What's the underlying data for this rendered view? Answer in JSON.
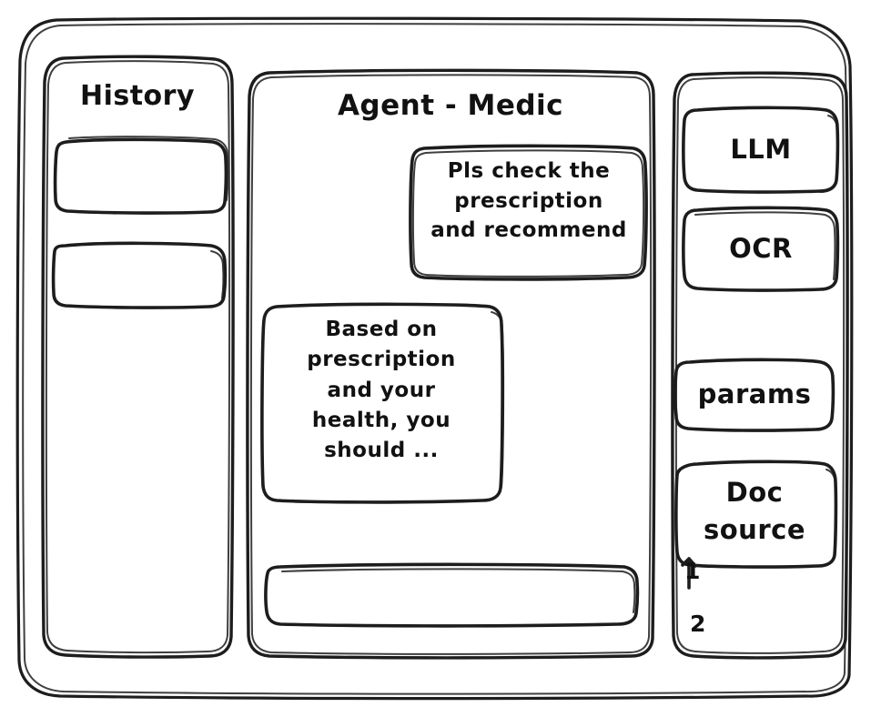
{
  "app": {
    "frame_label": "app-window"
  },
  "sidebar": {
    "title": "History",
    "items": [
      {
        "label": ""
      },
      {
        "label": ""
      }
    ]
  },
  "main": {
    "title": "Agent - Medic",
    "messages": [
      {
        "role": "user",
        "text": "Pls check the\nprescription\nand recommend"
      },
      {
        "role": "agent",
        "text": "Based on\nprescription\nand your\nhealth, you\nshould ..."
      }
    ],
    "composer": {
      "value": "",
      "placeholder": ""
    }
  },
  "tools_panel": {
    "buttons": [
      {
        "label": "LLM"
      },
      {
        "label": "OCR"
      },
      {
        "label": "params"
      },
      {
        "label": "Doc\nsource"
      }
    ],
    "doc_sources": [
      {
        "label": "1"
      },
      {
        "label": "2"
      }
    ]
  },
  "style": {
    "ink": "#1d1d1d",
    "paper": "#ffffff"
  }
}
